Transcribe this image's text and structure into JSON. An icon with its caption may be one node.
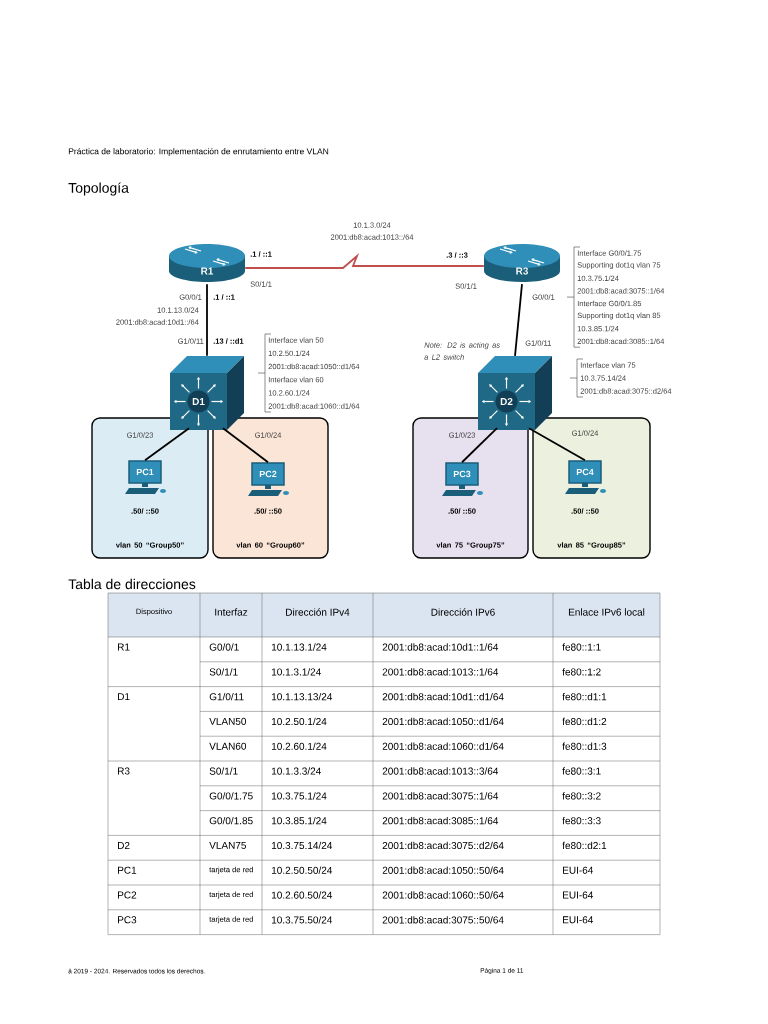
{
  "diagram": {
    "title": "Práctica de laboratorio: Implementación de enrutamiento entre VLAN",
    "nodes": [
      {
        "text": [
          "R1"
        ]
      },
      {
        "text": [
          "R3"
        ],
        "beside": [
          "Interface G0/0/1.75",
          "Supporting dot1q vlan 75",
          "10.3.75.1/24",
          "2001:db8:acad:3075::1/64",
          "Interface G0/0/1.85",
          "Supporting dot1q vlan 85",
          "10.3.85.1/24",
          "2001:db8:acad:3085::1/64"
        ]
      },
      {
        "text": [
          "D1"
        ],
        "beside": [
          "Interface vlan 50",
          "10.2.50.1/24",
          "2001:db8:acad:1050::d1/64",
          "Interface vlan 60",
          "10.2.60.1/24",
          "2001:db8:acad:1060::d1/64"
        ]
      },
      {
        "text": [
          "D2"
        ],
        "beside": [
          "Interface vlan 75",
          "10.3.75.14/24",
          "2001:db8:acad:3075::d2/64"
        ]
      },
      {
        "text": [
          "vlan 50 “Group50”"
        ]
      },
      {
        "text": [
          "PC1"
        ],
        "in": 4,
        "beside": [
          ".50/ ::50"
        ]
      },
      {
        "text": [
          "vlan 60 “Group60”"
        ]
      },
      {
        "text": [
          "PC2"
        ],
        "in": 6,
        "beside": [
          ".50/ ::50"
        ]
      },
      {
        "text": [
          "vlan 75 “Group75”"
        ]
      },
      {
        "text": [
          "PC3"
        ],
        "in": 8,
        "beside": [
          ".50/ ::50"
        ]
      },
      {
        "text": [
          "vlan 85 “Group85”"
        ]
      },
      {
        "text": [
          "PC4"
        ],
        "in": 10,
        "beside": [
          ".50/ ::50"
        ]
      }
    ],
    "edges": [
      {
        "from": 0,
        "to": 1,
        "arrow": "none",
        "label": "10.1.3.0/24 2001:db8:acad:1013::/64",
        "color": "#c0504d"
      },
      {
        "from": 0,
        "to": 2,
        "arrow": "none",
        "label": "10.1.13.0/24 2001:db8:acad:10d1::/64"
      },
      {
        "from": 1,
        "to": 3,
        "arrow": "none"
      },
      {
        "from": 2,
        "to": 5,
        "arrow": "none",
        "label": "G1/0/23"
      },
      {
        "from": 2,
        "to": 7,
        "arrow": "none",
        "label": "G1/0/24"
      },
      {
        "from": 3,
        "to": 9,
        "arrow": "none",
        "label": "G1/0/23"
      },
      {
        "from": 3,
        "to": 11,
        "arrow": "none",
        "label": "G1/0/24"
      }
    ],
    "labels": [
      "Topología",
      ".1 / ::1",
      "S0/1/1",
      ".3 / ::3",
      "S0/1/1",
      "G0/0/1",
      ".1 / ::1",
      "G0/0/1",
      "G1/0/11",
      ".13 / ::d1",
      "Note: D2 is acting as a L2 switch",
      "G1/0/11",
      "Tabla de direcciones",
      "Dispositivo",
      "Interfaz",
      "Dirección IPv4",
      "Dirección IPv6",
      "Enlace IPv6 local",
      "R1",
      "G0/0/1",
      "10.1.13.1/24",
      "2001:db8:acad:10d1::1/64",
      "fe80::1:1",
      "S0/1/1",
      "10.1.3.1/24",
      "2001:db8:acad:1013::1/64",
      "fe80::1:2",
      "D1",
      "G1/0/11",
      "10.1.13.13/24",
      "2001:db8:acad:10d1::d1/64",
      "fe80::d1:1",
      "VLAN50",
      "10.2.50.1/24",
      "2001:db8:acad:1050::d1/64",
      "fe80::d1:2",
      "VLAN60",
      "10.2.60.1/24",
      "2001:db8:acad:1060::d1/64",
      "fe80::d1:3",
      "R3",
      "S0/1/1",
      "10.1.3.3/24",
      "2001:db8:acad:1013::3/64",
      "fe80::3:1",
      "G0/0/1.75",
      "10.3.75.1/24",
      "2001:db8:acad:3075::1/64",
      "fe80::3:2",
      "G0/0/1.85",
      "10.3.85.1/24",
      "2001:db8:acad:3085::1/64",
      "fe80::3:3",
      "D2",
      "VLAN75",
      "10.3.75.14/24",
      "2001:db8:acad:3075::d2/64",
      "fe80::d2:1",
      "PC1",
      "tarjeta de red",
      "10.2.50.50/24",
      "2001:db8:acad:1050::50/64",
      "EUI-64",
      "PC2",
      "tarjeta de red",
      "10.2.60.50/24",
      "2001:db8:acad:1060::50/64",
      "EUI-64",
      "PC3",
      "tarjeta de red",
      "10.3.75.50/24",
      "2001:db8:acad:3075::50/64",
      "EUI-64",
      "â 2019 - 2024. Reservados todos los derechos.",
      "Página 1 de 11"
    ]
  }
}
